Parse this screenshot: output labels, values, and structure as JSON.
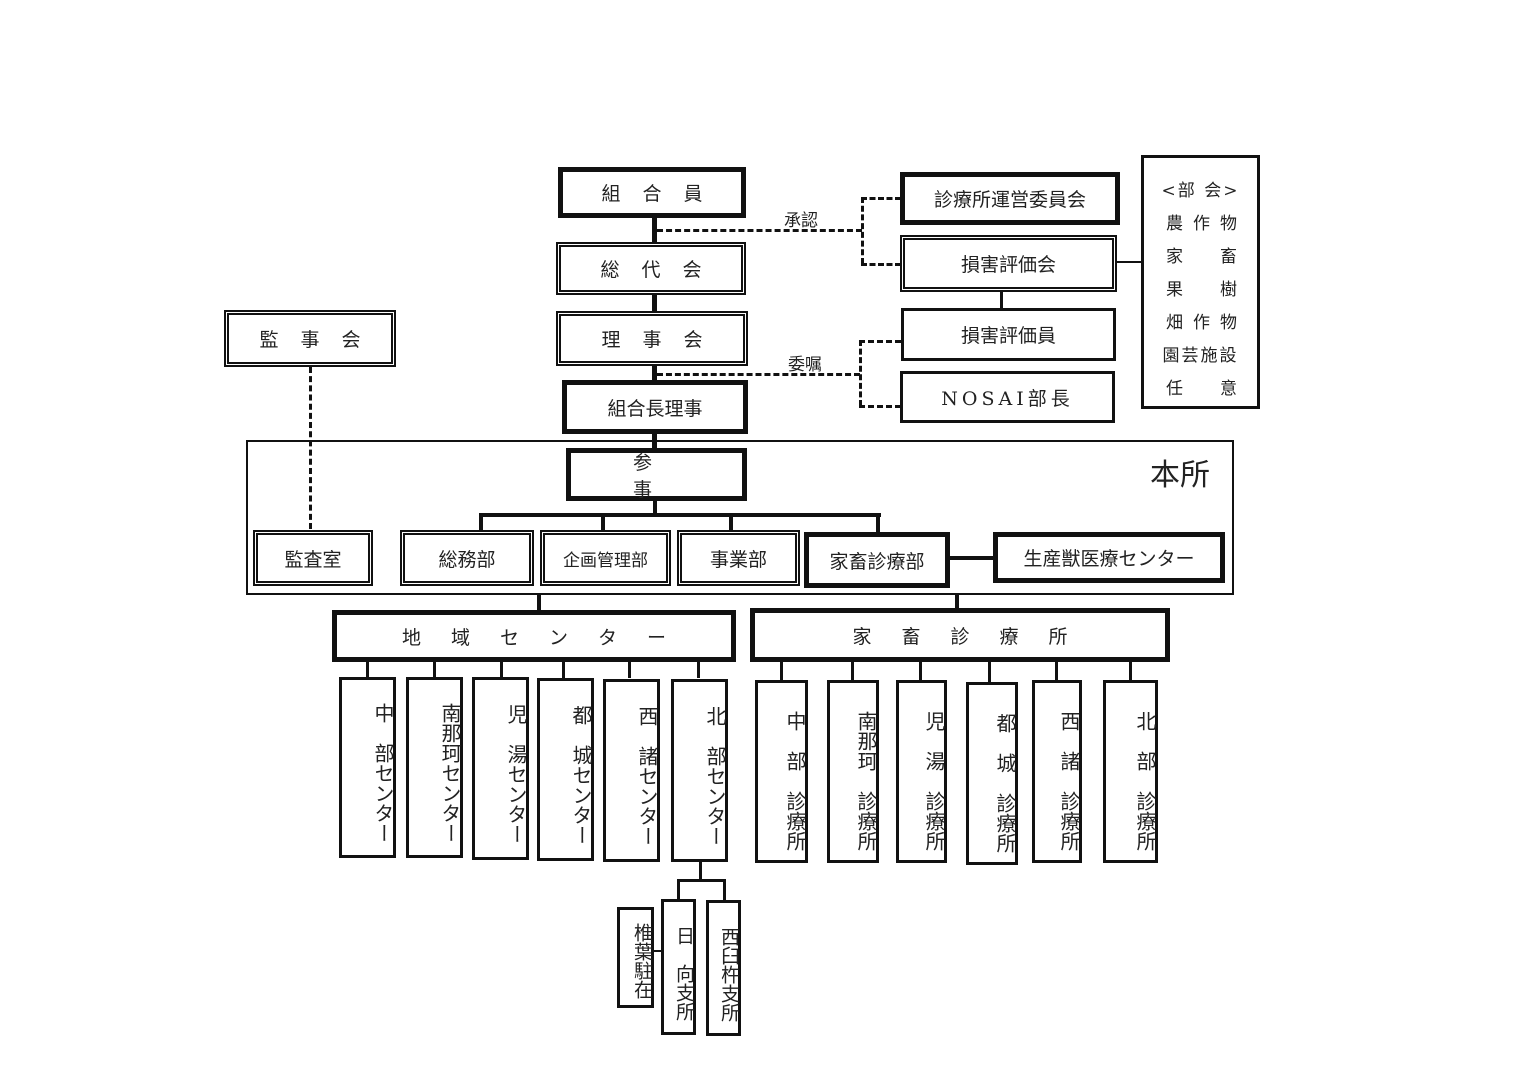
{
  "title_region": "本所",
  "top": {
    "members": "組合員",
    "delegates": "総代会",
    "board": "理事会",
    "chairman": "組合長理事",
    "auditors": "監事会",
    "councilor": "参事"
  },
  "relations": {
    "approval": "承認",
    "commission": "委嘱"
  },
  "committees": {
    "clinic_committee": "診療所運営委員会",
    "damage_council": "損害評価会",
    "damage_assessor": "損害評価員",
    "nosai_head": "NOSAI部長"
  },
  "subcommittees": {
    "header": "<部 会>",
    "items": [
      {
        "left": "農",
        "mid": "作",
        "right": "物"
      },
      {
        "left": "家",
        "mid": "",
        "right": "畜"
      },
      {
        "left": "果",
        "mid": "",
        "right": "樹"
      },
      {
        "left": "畑",
        "mid": "作",
        "right": "物"
      },
      {
        "left": "園芸施設",
        "mid": "",
        "right": ""
      },
      {
        "left": "任",
        "mid": "",
        "right": "意"
      }
    ]
  },
  "departments": {
    "audit_office": "監査室",
    "general_affairs": "総務部",
    "planning": "企画管理部",
    "business": "事業部",
    "livestock_medical": "家畜診療部",
    "production_animal_center": "生産獣医療センター"
  },
  "regional": {
    "header": "地域センター",
    "centers": [
      "中　部センター",
      "南那珂センター",
      "児　湯センター",
      "都　城センター",
      "西　諸センター",
      "北　部センター"
    ],
    "branches": {
      "resident": "椎葉駐在",
      "hyuga": "日　向支所",
      "nishiusuki": "西臼杵支所"
    }
  },
  "clinics": {
    "header": "家畜診療所",
    "items": [
      "中　部　診療所",
      "南那珂　診療所",
      "児　湯　診療所",
      "都　城　診療所",
      "西　諸　診療所",
      "北　部　診療所"
    ]
  }
}
